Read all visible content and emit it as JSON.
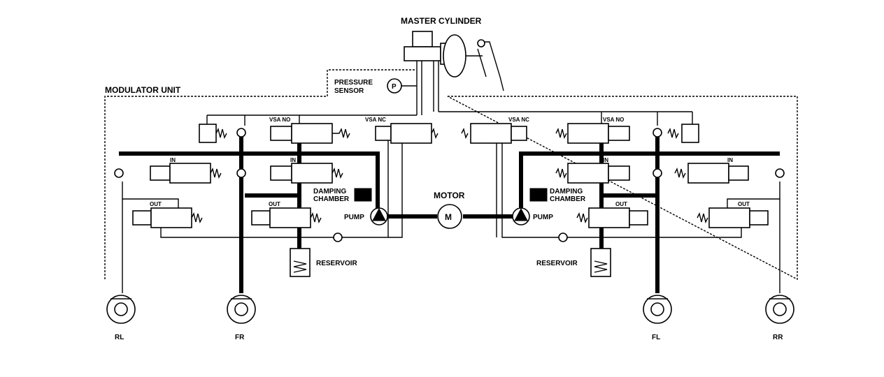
{
  "labels": {
    "master_cylinder": "MASTER CYLINDER",
    "modulator_unit": "MODULATOR UNIT",
    "pressure": "PRESSURE",
    "sensor": "SENSOR",
    "pressure_symbol": "P",
    "motor": "MOTOR",
    "motor_symbol": "M",
    "pump": "PUMP",
    "damping": "DAMPING",
    "chamber": "CHAMBER",
    "reservoir": "RESERVOIR",
    "vsa_no": "VSA NO",
    "vsa_nc": "VSA NC",
    "in": "IN",
    "out": "OUT",
    "wheels": {
      "rl": "RL",
      "fr": "FR",
      "fl": "FL",
      "rr": "RR"
    }
  }
}
